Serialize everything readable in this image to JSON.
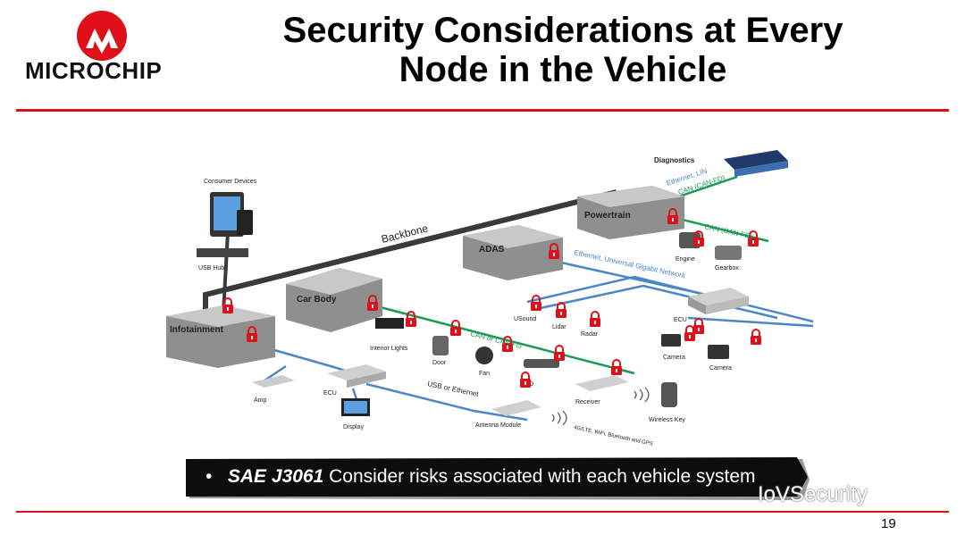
{
  "header": {
    "logo_text": "MICROCHIP",
    "title_line1": "Security Considerations at Every",
    "title_line2": "Node in the Vehicle"
  },
  "diagram": {
    "nodes": {
      "diagnostics": "Diagnostics",
      "consumer_devices": "Consumer Devices",
      "usb_hub": "USB Hub",
      "backbone": "Backbone",
      "powertrain": "Powertrain",
      "adas": "ADAS",
      "car_body": "Car Body",
      "infotainment": "Infotainment",
      "engine": "Engine",
      "gearbox": "Gearbox",
      "usound": "USound",
      "lidar": "Lidar",
      "radar": "Radar",
      "ecu_right": "ECU",
      "camera1": "Camera",
      "camera2": "Camera",
      "interior_lights": "Interior Lights",
      "door": "Door",
      "fan": "Fan",
      "obd": "OBD",
      "receiver": "Receiver",
      "wireless_key": "Wireless Key",
      "amp": "Amp",
      "ecu_left": "ECU",
      "display": "Display",
      "antenna_module": "Antenna Module"
    },
    "buses": {
      "ethernet_lin": "Ethernet, LIN",
      "can_fd_diag": "CAN (CAN-FD)",
      "can_fd_powertrain": "CAN (CAN-FD)",
      "ethernet_gigabit": "Ethernet, Universal Gigabit Network",
      "can_or_canfd": "CAN or CAN-FD",
      "usb_or_ethernet": "USB or Ethernet",
      "wireless": "4G/LTE, WiFi, Bluetooth and GPS"
    },
    "colors": {
      "backbone": "#3a3a3a",
      "can": "#1a9a55",
      "ethernet": "#4a86c8",
      "lock": "#e0101a",
      "box": "#8f8f8f"
    }
  },
  "banner": {
    "bullet": "•",
    "standard": "SAE J3061",
    "text": " Consider risks associated with each vehicle system"
  },
  "watermark": "IoVSecurity",
  "footer": {
    "page_number": "19"
  }
}
